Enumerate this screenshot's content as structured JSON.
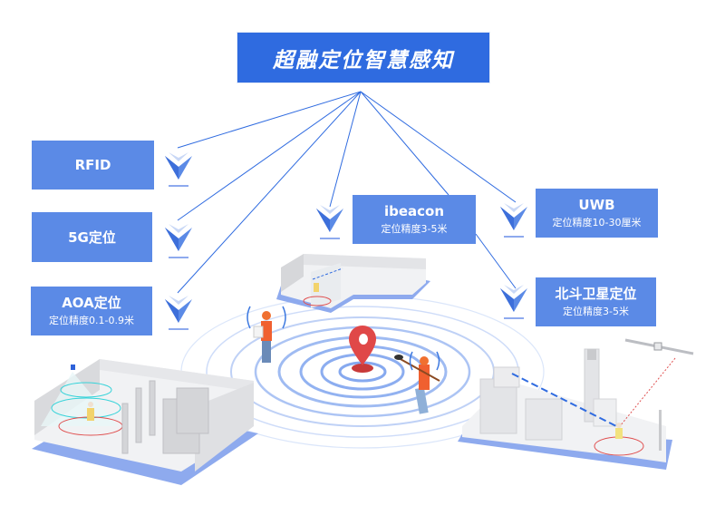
{
  "title": "超融定位智慧感知",
  "technologies": [
    {
      "id": "rfid",
      "name": "RFID",
      "accuracy": ""
    },
    {
      "id": "5g",
      "name": "5G定位",
      "accuracy": ""
    },
    {
      "id": "aoa",
      "name": "AOA定位",
      "accuracy": "定位精度0.1-0.9米"
    },
    {
      "id": "ibeacon",
      "name": "ibeacon",
      "accuracy": "定位精度3-5米"
    },
    {
      "id": "uwb",
      "name": "UWB",
      "accuracy": "定位精度10-30厘米"
    },
    {
      "id": "beidou",
      "name": "北斗卫星定位",
      "accuracy": "定位精度3-5米"
    }
  ],
  "colors": {
    "title_bg": "#2F6BE0",
    "box_bg": "#5B8AE6",
    "line": "#2F6BE0",
    "pin": "#E04848",
    "ring": "#7FA4EE"
  }
}
